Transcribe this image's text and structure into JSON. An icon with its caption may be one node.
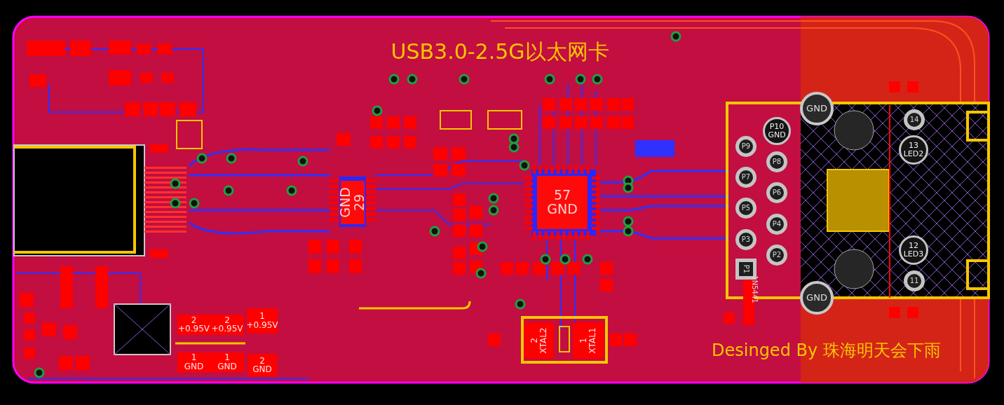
{
  "diagram": {
    "title": "USB3.0-2.5G以太网卡",
    "nodes": [
      {
        "text": [
          "GND"
        ]
      },
      {
        "text": [
          "P10",
          "GND"
        ]
      },
      {
        "text": [
          "P9"
        ]
      },
      {
        "text": [
          "P8"
        ]
      },
      {
        "text": [
          "P7"
        ]
      },
      {
        "text": [
          "P6"
        ]
      },
      {
        "text": [
          "P5"
        ]
      },
      {
        "text": [
          "P4"
        ]
      },
      {
        "text": [
          "P3"
        ]
      },
      {
        "text": [
          "P2"
        ]
      },
      {
        "text": [
          "P1"
        ]
      },
      {
        "text": [
          "14"
        ]
      },
      {
        "text": [
          "13",
          "LED2"
        ]
      },
      {
        "text": [
          "12",
          "LED3"
        ]
      },
      {
        "text": [
          "11"
        ]
      },
      {
        "text": [
          "GND"
        ]
      },
      {
        "text": [
          "GND",
          "29"
        ]
      },
      {
        "text": [
          "57",
          "GND"
        ]
      },
      {
        "text": [
          "2",
          "+0.95V"
        ]
      },
      {
        "text": [
          "2",
          "+0.95V"
        ]
      },
      {
        "text": [
          "1",
          "+0.95V"
        ]
      },
      {
        "text": [
          "1",
          "GND"
        ]
      },
      {
        "text": [
          "1",
          "GND"
        ]
      },
      {
        "text": [
          "2",
          "GND"
        ]
      },
      {
        "text": [
          "2",
          "XTAL2"
        ]
      },
      {
        "text": [
          "1",
          "XTAL1"
        ]
      }
    ],
    "labels": [
      "1N5441",
      "Desinged By 珠海明天会下雨"
    ]
  }
}
